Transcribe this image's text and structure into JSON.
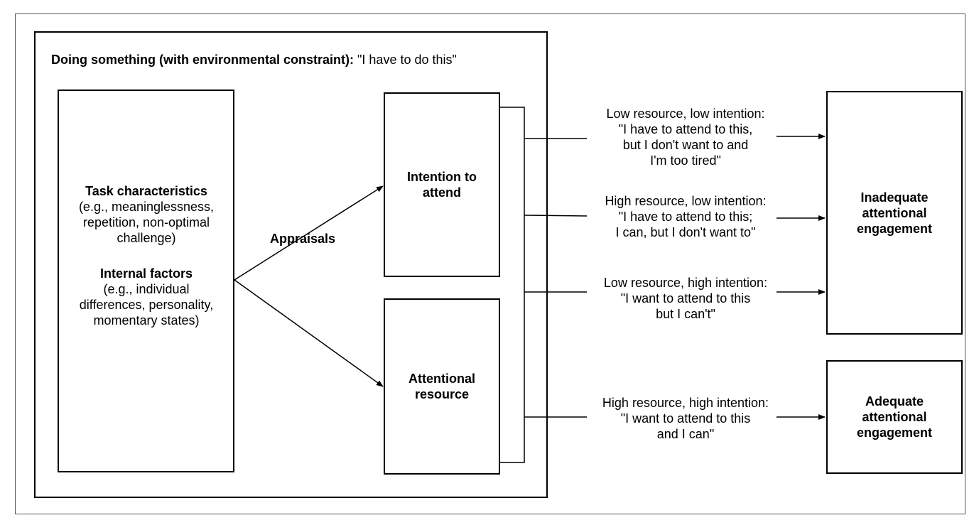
{
  "context": {
    "title_bold": "Doing something (with environmental constraint):",
    "title_quote": "\"I have to do this\""
  },
  "factors": {
    "task_heading": "Task characteristics",
    "task_lines": [
      "(e.g., meaninglessness,",
      "repetition, non-optimal",
      "challenge)"
    ],
    "internal_heading": "Internal factors",
    "internal_lines": [
      "(e.g., individual",
      "differences, personality,",
      "momentary states)"
    ]
  },
  "appraisals_label": "Appraisals",
  "intention_box": {
    "lines": [
      "Intention to",
      "attend"
    ]
  },
  "resource_box": {
    "lines": [
      "Attentional",
      "resource"
    ]
  },
  "scenarios": [
    {
      "lines": [
        "Low resource, low intention:",
        "\"I have to attend to this,",
        "but I don't want to and",
        "I'm too tired\""
      ]
    },
    {
      "lines": [
        "High resource, low intention:",
        "\"I have to attend to this;",
        "I can, but I don't want to\""
      ]
    },
    {
      "lines": [
        "Low resource, high intention:",
        "\"I want to attend to this",
        "but I can't\""
      ]
    },
    {
      "lines": [
        "High resource, high intention:",
        "\"I want to attend to this",
        "and I can\""
      ]
    }
  ],
  "outcomes": {
    "inadequate_lines": [
      "Inadequate",
      "attentional",
      "engagement"
    ],
    "adequate_lines": [
      "Adequate",
      "attentional",
      "engagement"
    ]
  }
}
